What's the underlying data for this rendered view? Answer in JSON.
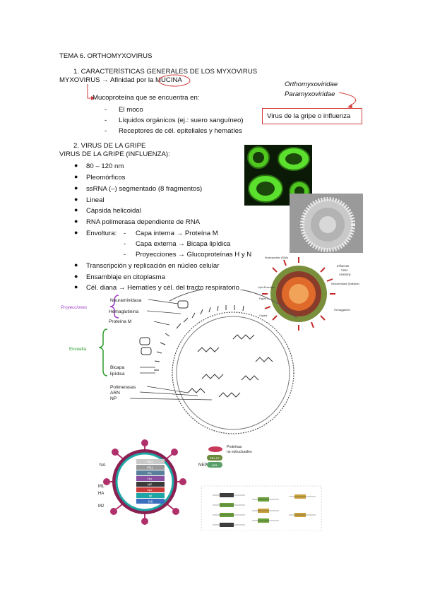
{
  "title": "TEMA 6. ORTHOMYXOVIRUS",
  "section1": {
    "heading": "1.   CARACTERÍSTICAS GENERALES DE LOS MYXOVIRUS",
    "line_prefix": "MYXOVIRUS → Afinidad por la ",
    "line_highlight": "MUCINA",
    "mucoprotein": "Mucoproteína que se encuentra en:",
    "items": [
      "El moco",
      "Líquidos orgánicos (ej.: suero sanguíneo)",
      "Receptores de cél. epiteliales y hematíes"
    ]
  },
  "side": {
    "family1": "Orthomyxoviridae",
    "family2": "Paramyxoviridae",
    "box_label": "Virus de la gripe o influenza"
  },
  "section2": {
    "heading": "2.   VIRUS DE LA GRIPE",
    "subheading": "VIRUS DE LA GRIPE (INFLUENZA):",
    "bullets": [
      "80 – 120 nm",
      "Pleomórficos",
      "ssRNA (–) segmentado (8 fragmentos)",
      "Lineal",
      "Cápsida helicoidal",
      "RNA polimerasa dependiente de RNA"
    ],
    "envelope_label": "Envoltura:",
    "envelope_items": [
      "Capa interna → Proteína M",
      "Capa externa → Bicapa lipídica",
      "Proyecciones → Glucoproteínas H y N"
    ],
    "bullets2": [
      "Transcripción y replicación en núcleo celular",
      "Ensamblaje en citoplasma",
      "Cél. diana → Hematíes y cél. del tracto respiratorio"
    ]
  },
  "diagram1": {
    "proyecciones": "Proyecciones",
    "envuelta": "Envuelta",
    "neuraminidasa": "Neuraminidasa",
    "hemaglutinina": "Hemaglutinina",
    "proteina_m": "Proteína  M",
    "bicapa": "Bicapa",
    "lipidica": "lipídica",
    "polimerasas": "Polimerasas",
    "arn": "ARN",
    "np": "NP"
  },
  "diagram2": {
    "na": "NA",
    "ha": "HA",
    "m1": "M1",
    "m2": "M2",
    "nep": "NEP",
    "legend1": "Proteínas",
    "legend2": "no estructurales",
    "bands": [
      "PB2",
      "PB1",
      "PA",
      "HA",
      "NP",
      "NA",
      "M",
      "NS"
    ],
    "pills": [
      "PB1-F2",
      "NS1"
    ]
  },
  "figure_3d": {
    "labels": [
      "Nucleoprotein (RNA)",
      "Influenza",
      "Virus",
      "Anatomy",
      "Neuraminidase (Sialidase)",
      "Lipid Envelope",
      "Figure 1",
      "Capsid",
      "Hemagglutinin"
    ]
  },
  "colors": {
    "highlight_red": "#d23b3b",
    "proyecciones_purple": "#a23fc9",
    "envuelta_green": "#2a9d2a",
    "virus_green": "#5be02e",
    "teal": "#1ea6a6",
    "magenta": "#b0306b"
  }
}
